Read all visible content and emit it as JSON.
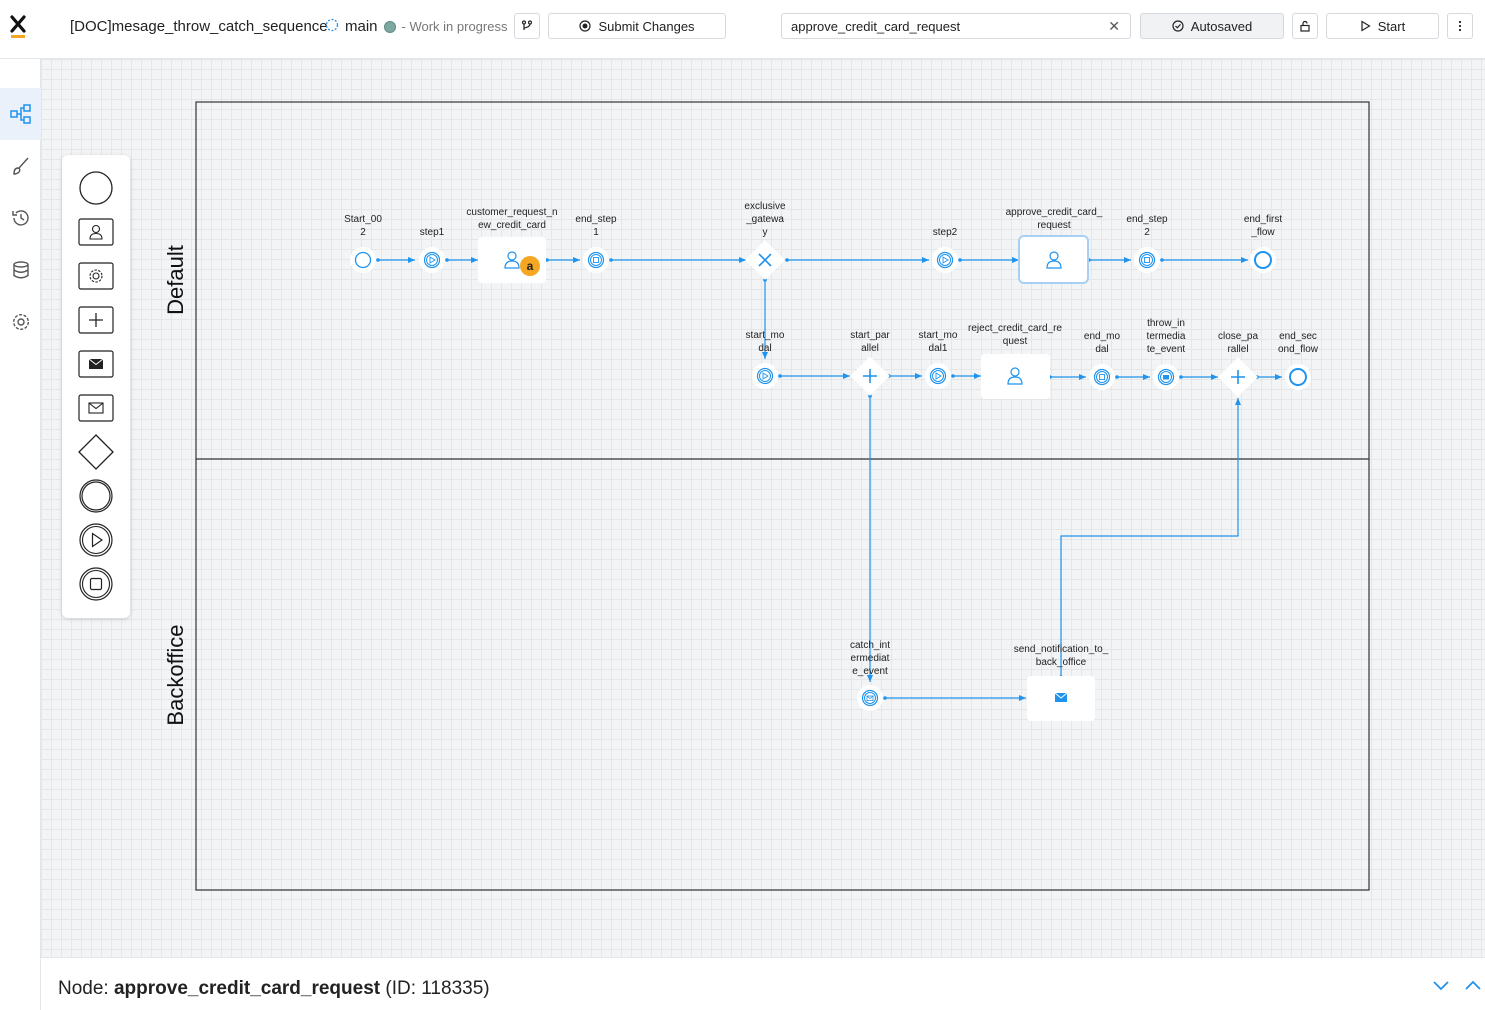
{
  "header": {
    "doc_title": "[DOC]mesage_throw_catch_sequence",
    "branch": "main",
    "status": "- Work in progress",
    "submit_label": "Submit Changes",
    "search_value": "approve_credit_card_request",
    "autosaved_label": "Autosaved",
    "start_label": "Start"
  },
  "sidebar": {
    "items": [
      {
        "icon": "process-diagram-icon",
        "active": true
      },
      {
        "icon": "brush-icon"
      },
      {
        "icon": "history-icon"
      },
      {
        "icon": "database-icon"
      },
      {
        "icon": "settings-gear-icon"
      }
    ]
  },
  "palette": {
    "items": [
      "start-event-icon",
      "user-task-icon",
      "service-task-icon",
      "parallel-gateway-icon",
      "send-message-task-icon",
      "receive-message-task-icon",
      "exclusive-gateway-icon",
      "end-event-icon",
      "start-subprocess-icon",
      "end-subprocess-icon"
    ]
  },
  "lanes": {
    "default": "Default",
    "backoffice": "Backoffice"
  },
  "nodes": {
    "start_002": [
      "Start_00",
      "2"
    ],
    "step1": [
      "step1"
    ],
    "customer_request": [
      "customer_request_n",
      "ew_credit_card"
    ],
    "end_step1": [
      "end_step",
      "1"
    ],
    "exclusive_gateway": [
      "exclusive",
      "_gatewa",
      "y"
    ],
    "step2": [
      "step2"
    ],
    "approve": [
      "approve_credit_card_",
      "request"
    ],
    "end_step2": [
      "end_step",
      "2"
    ],
    "end_first_flow": [
      "end_first",
      "_flow"
    ],
    "start_modal": [
      "start_mo",
      "dal"
    ],
    "start_parallel": [
      "start_par",
      "allel"
    ],
    "start_modal1": [
      "start_mo",
      "dal1"
    ],
    "reject": [
      "reject_credit_card_re",
      "quest"
    ],
    "end_modal": [
      "end_mo",
      "dal"
    ],
    "throw_event": [
      "throw_in",
      "termedia",
      "te_event"
    ],
    "close_parallel": [
      "close_pa",
      "rallel"
    ],
    "end_second_flow": [
      "end_sec",
      "ond_flow"
    ],
    "catch_event": [
      "catch_int",
      "ermediat",
      "e_event"
    ],
    "send_notification": [
      "send_notification_to_",
      "back_office"
    ]
  },
  "badge": "a",
  "colors": {
    "accent": "#1f93ee",
    "badge": "#f5a623"
  },
  "bottom": {
    "prefix": "Node: ",
    "name": "approve_credit_card_request",
    "id_text": "(ID: 118335)"
  }
}
